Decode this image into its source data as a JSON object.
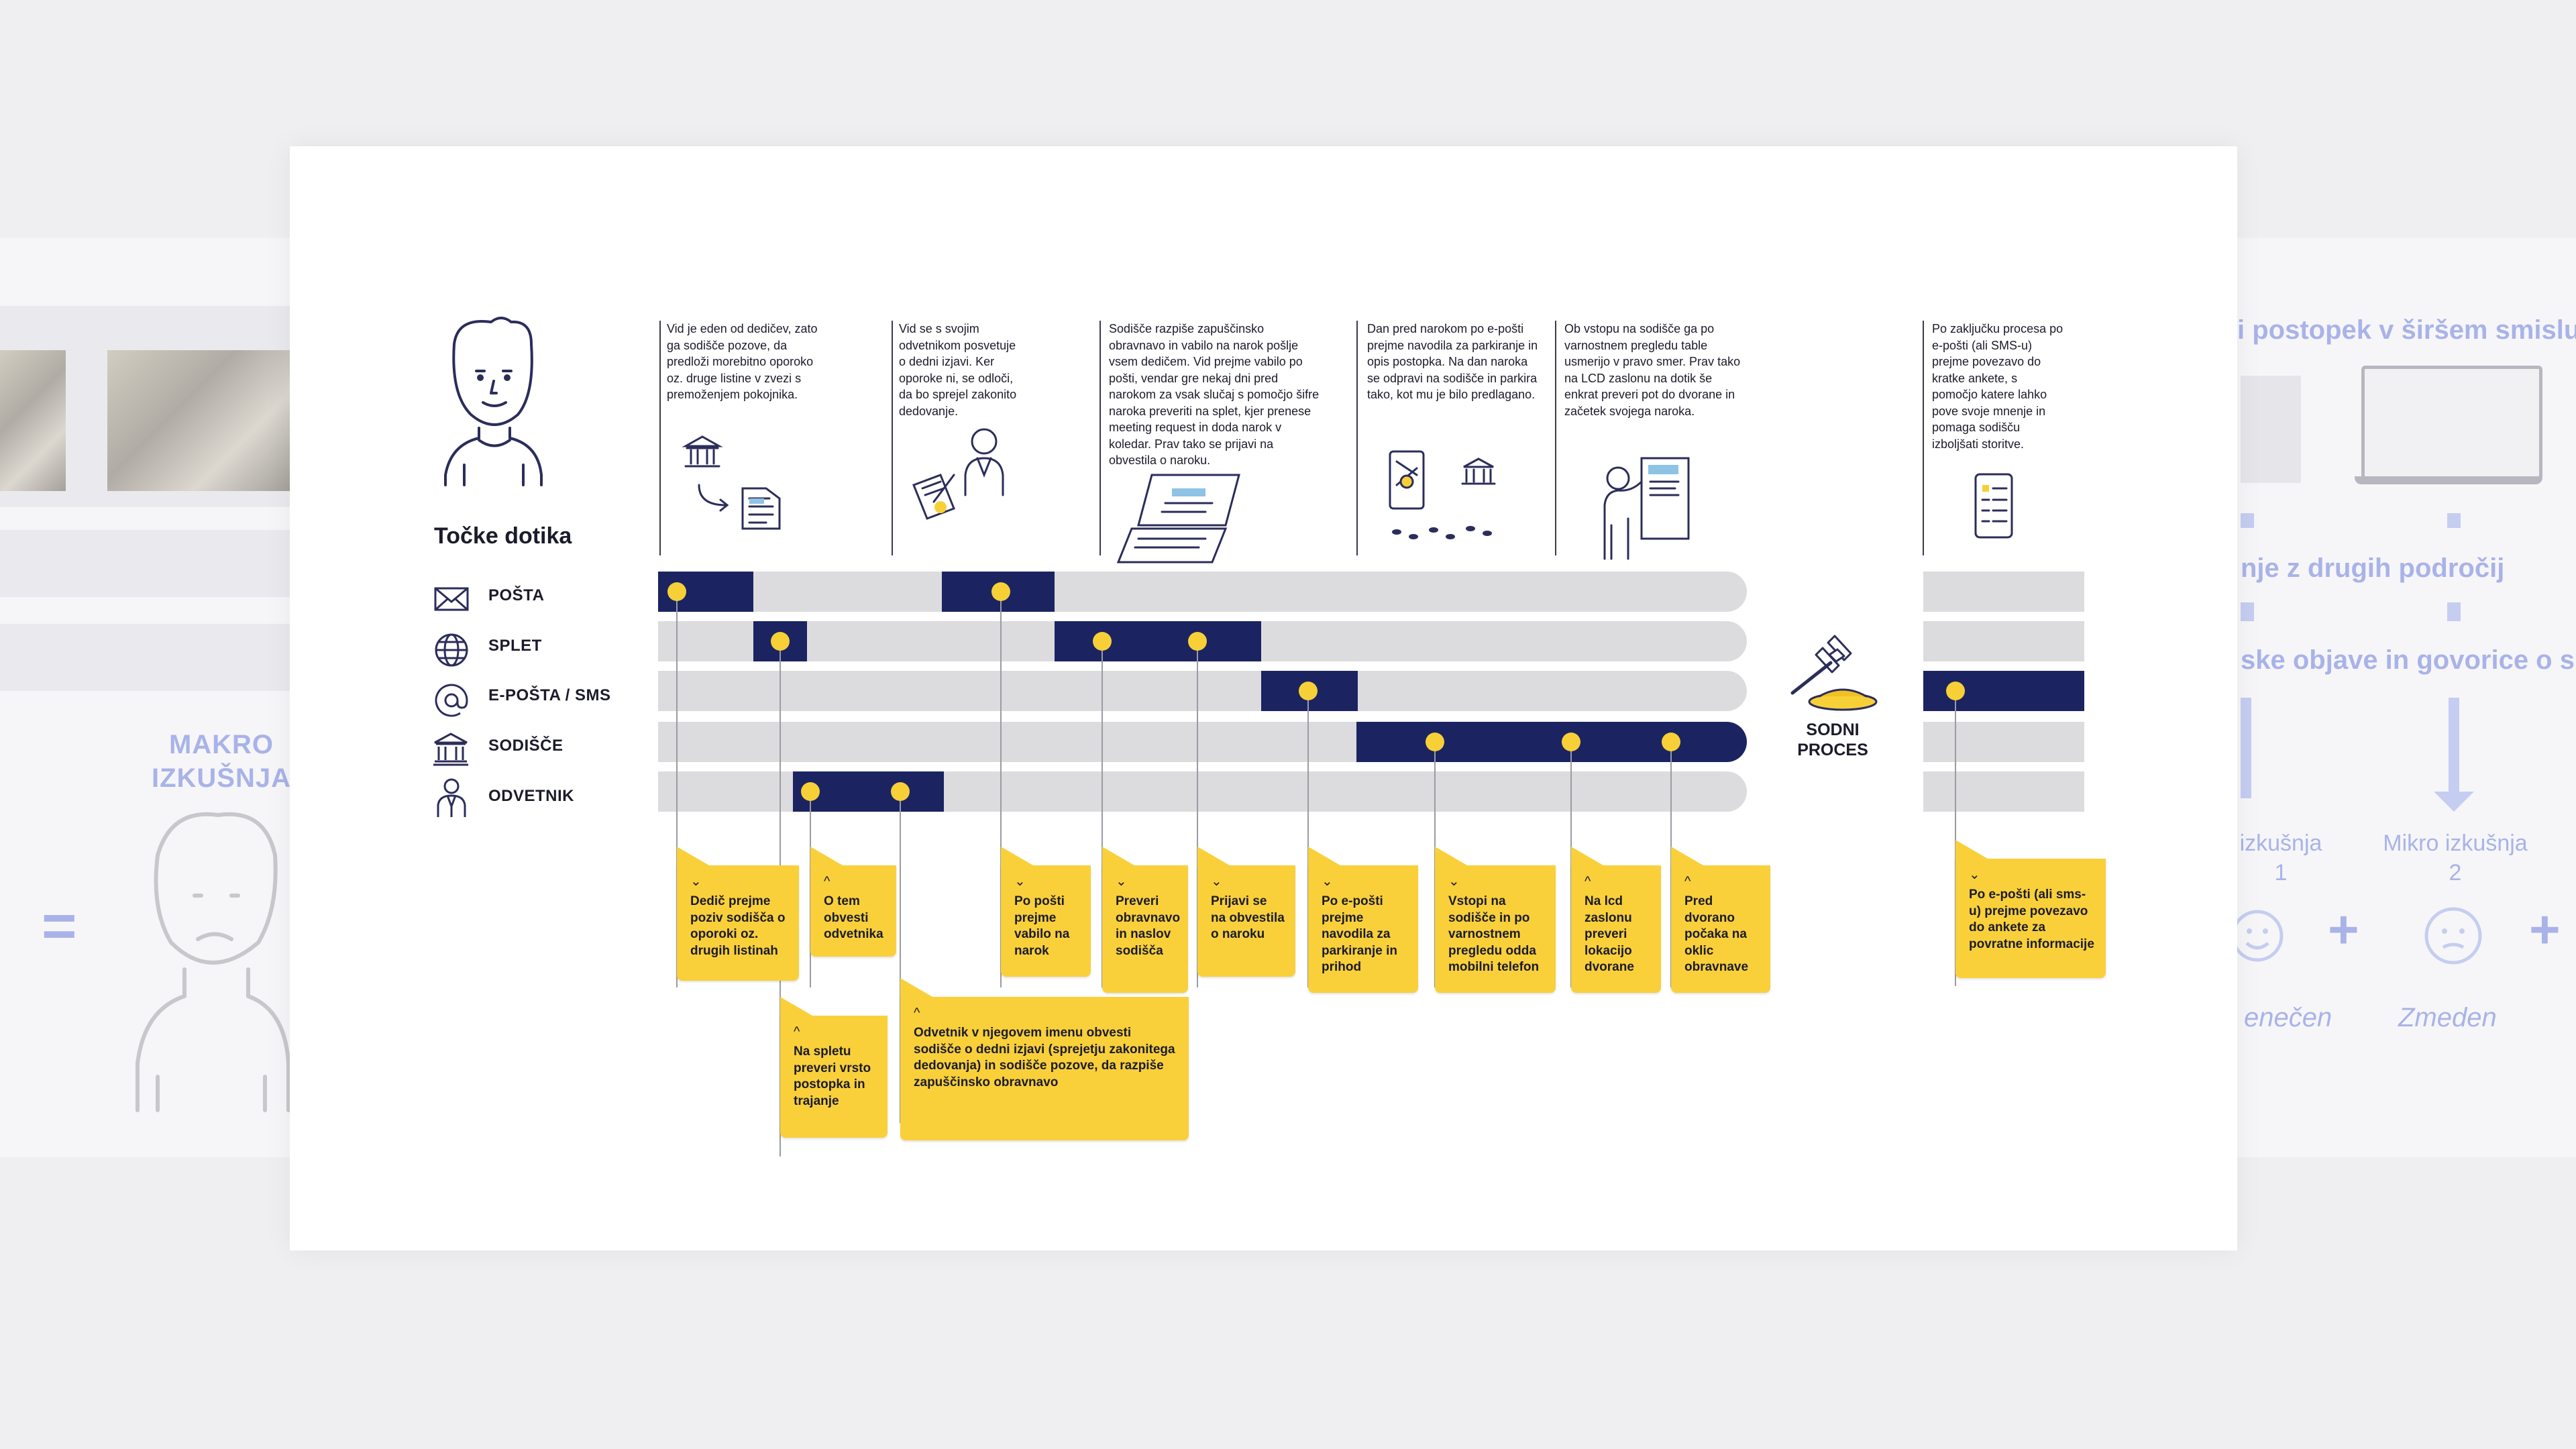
{
  "background": {
    "left_heading_line1": "MAKRO",
    "left_heading_line2": "IZKUŠNJA",
    "equals_sign": "=",
    "right_title": "postopek v širšem smislu",
    "right_title_prefix": "i",
    "right_row1": "nje z drugih področij",
    "right_row2": "ske objave in govorice o s",
    "micro1_label": "izkušnja",
    "micro1_num": "1",
    "micro2_label": "Mikro izkušnja",
    "micro2_num": "2",
    "mood1": "enečen",
    "mood2": "Zmeden",
    "plus_sign": "+"
  },
  "heading": "Točke dotika",
  "channels": [
    {
      "label": "POŠTA",
      "icon": "mail-icon"
    },
    {
      "label": "SPLET",
      "icon": "globe-icon"
    },
    {
      "label": "E-POŠTA / SMS",
      "icon": "at-icon"
    },
    {
      "label": "SODIŠČE",
      "icon": "courthouse-icon"
    },
    {
      "label": "ODVETNIK",
      "icon": "lawyer-icon"
    }
  ],
  "sodni_proces": {
    "line1": "SODNI",
    "line2": "PROCES",
    "icon": "gavel-icon"
  },
  "stages": [
    {
      "text": "Vid je eden od dedičev, zato ga sodišče pozove, da predloži morebitno oporoko oz. druge listine v zvezi s premoženjem pokojnika.",
      "icon": "court-letter-icon"
    },
    {
      "text": "Vid se s svojim odvetnikom posvetuje o dedni izjavi. Ker oporoke ni, se odloči, da bo sprejel zakonito dedovanje.",
      "icon": "lawyer-document-icon"
    },
    {
      "text": "Sodišče razpiše zapuščinsko obravnavo in vabilo na narok pošlje vsem dedičem. Vid prejme vabilo po pošti, vendar gre nekaj dni pred narokom za vsak slučaj s pomočjo šifre naroka preveriti na splet, kjer prenese meeting request in doda narok v koledar. Prav tako se prijavi na obvestila o naroku.",
      "icon": "laptop-icon"
    },
    {
      "text": "Dan pred narokom po e-pošti prejme navodila za parkiranje in opis postopka. Na dan naroka se odpravi na sodišče in parkira tako, kot mu je bilo predlagano.",
      "icon": "phone-map-icon"
    },
    {
      "text": "Ob vstopu na sodišče ga po varnostnem pregledu table usmerijo v pravo smer. Prav tako na LCD zaslonu na dotik še enkrat preveri pot do dvorane in začetek svojega naroka.",
      "icon": "touchscreen-icon"
    },
    {
      "text": "Po zaključku procesa po e-pošti (ali SMS-u) prejme povezavo do kratke ankete, s pomočjo katere lahko pove svoje mnenje in pomaga sodišču izboljšati storitve.",
      "icon": "survey-phone-icon"
    }
  ],
  "notes": [
    "Dedič prejme poziv sodišča o oporoki oz. drugih listinah",
    "O tem obvesti odvetnika",
    "Na spletu preveri vrsto postopka in trajanje",
    "Odvetnik v njegovem imenu obvesti sodišče o dedni izjavi (sprejetju zakonitega dedovanja) in sodišče pozove, da razpiše zapuščinsko obravnavo",
    "Po pošti prejme vabilo na narok",
    "Preveri obravnavo in naslov sodišča",
    "Prijavi se na obvestila o naroku",
    "Po e-pošti prejme navodila za parkiranje in prihod",
    "Vstopi na sodišče in po varnostnem pregledu odda mobilni telefon",
    "Na lcd zaslonu preveri lokacijo dvorane",
    "Pred dvorano počaka na oklic obravnave",
    "Po e-pošti (ali sms-u) prejme povezavo do ankete za povratne informacije"
  ],
  "chevron_down": "⌄",
  "chevron_up": "^",
  "colors": {
    "navy": "#1b2461",
    "yellow": "#f9d03a",
    "track": "#dcdcdf",
    "faded_blue": "#a9b3e8"
  }
}
